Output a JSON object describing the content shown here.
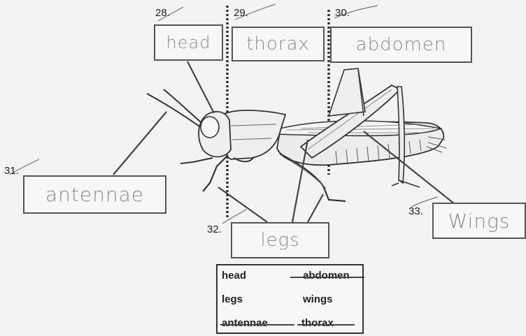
{
  "worksheet": {
    "labels": [
      {
        "number": "28.",
        "answer": "head"
      },
      {
        "number": "29.",
        "answer": "thorax"
      },
      {
        "number": "30.",
        "answer": "abdomen"
      },
      {
        "number": "31.",
        "answer": "antennae"
      },
      {
        "number": "32.",
        "answer": "legs"
      },
      {
        "number": "33.",
        "answer": "Wings"
      }
    ],
    "word_bank": [
      "head",
      "abdomen",
      "legs",
      "wings",
      "antennae",
      "thorax"
    ]
  }
}
